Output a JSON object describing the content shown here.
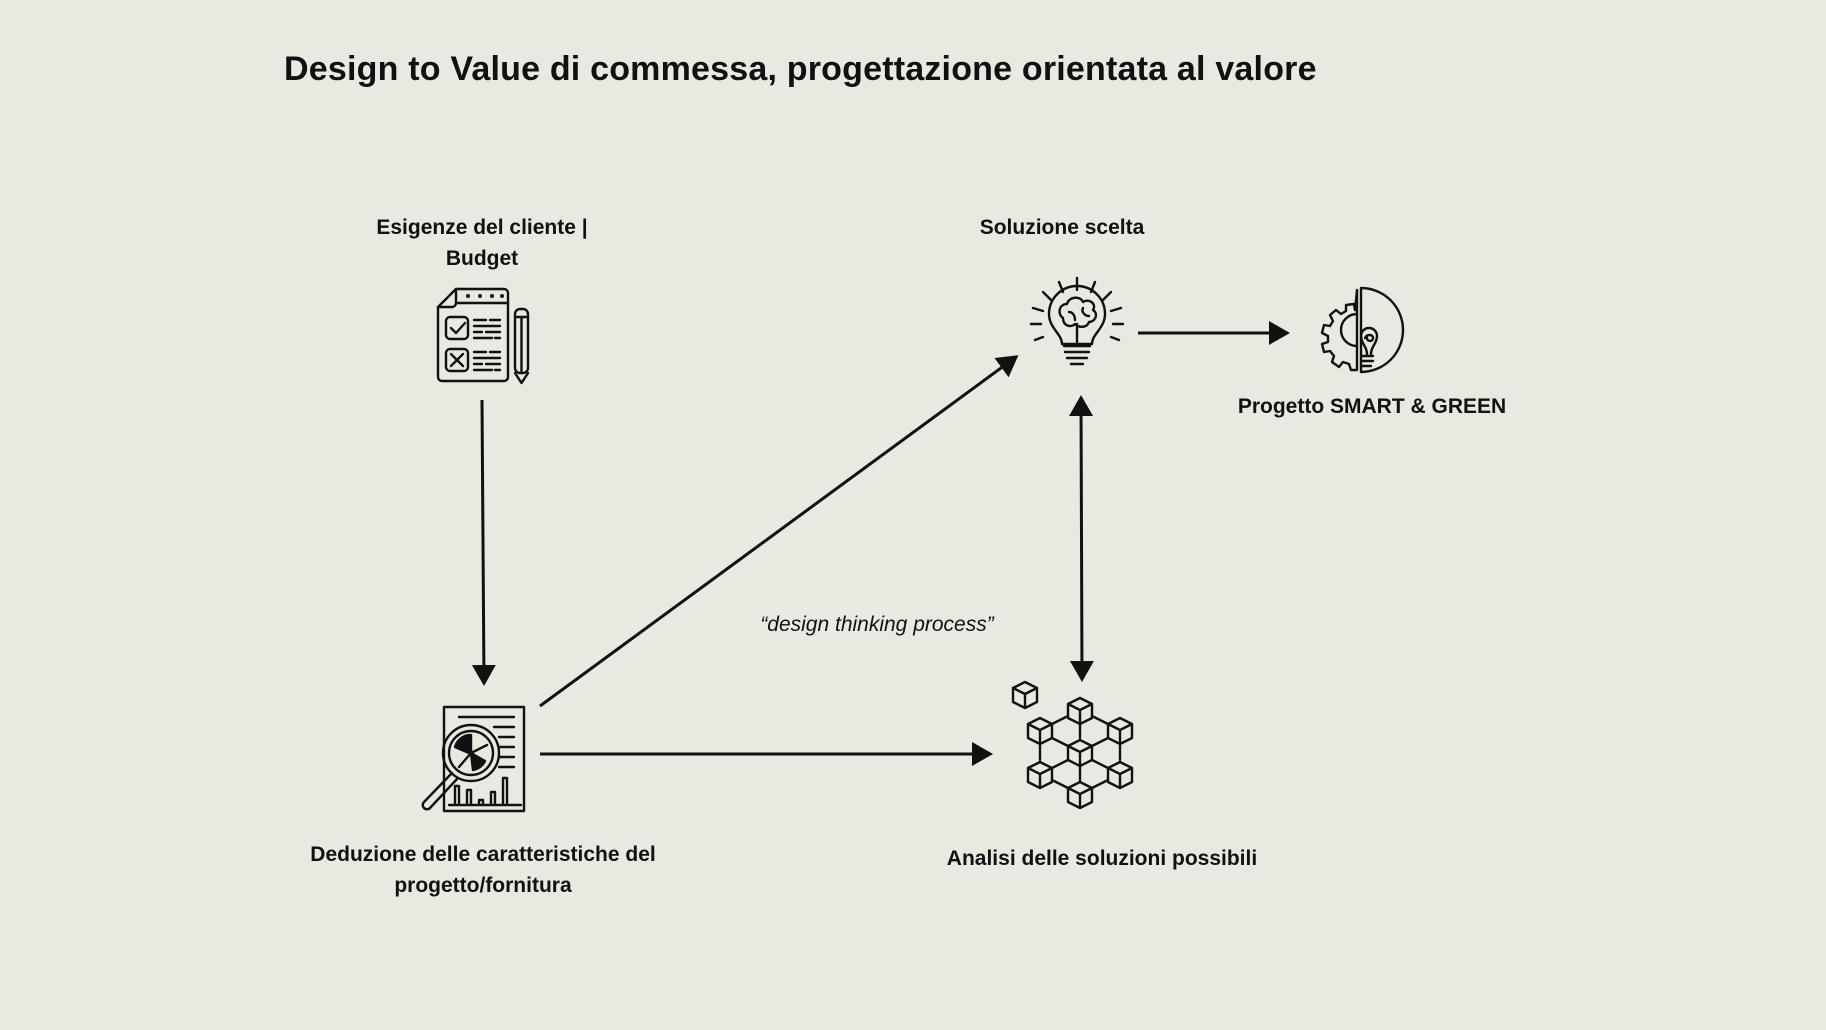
{
  "title": "Design to Value di commessa, progettazione orientata al valore",
  "nodes": {
    "client_needs": {
      "line1": "Esigenze del cliente |",
      "line2": "Budget",
      "icon": "checklist-document-icon"
    },
    "deduction": {
      "line1": "Deduzione delle caratteristiche del",
      "line2": "progetto/fornitura",
      "icon": "report-magnifier-icon"
    },
    "chosen_solution": {
      "label": "Soluzione scelta",
      "icon": "brain-lightbulb-icon"
    },
    "smart_green": {
      "label": "Progetto SMART & GREEN",
      "icon": "gear-lightbulb-icon"
    },
    "analysis": {
      "label": "Analisi delle soluzioni possibili",
      "icon": "blockchain-network-icon"
    }
  },
  "annotation": "“design thinking process”",
  "colors": {
    "background": "#e9e8e1",
    "ink": "#111111"
  }
}
